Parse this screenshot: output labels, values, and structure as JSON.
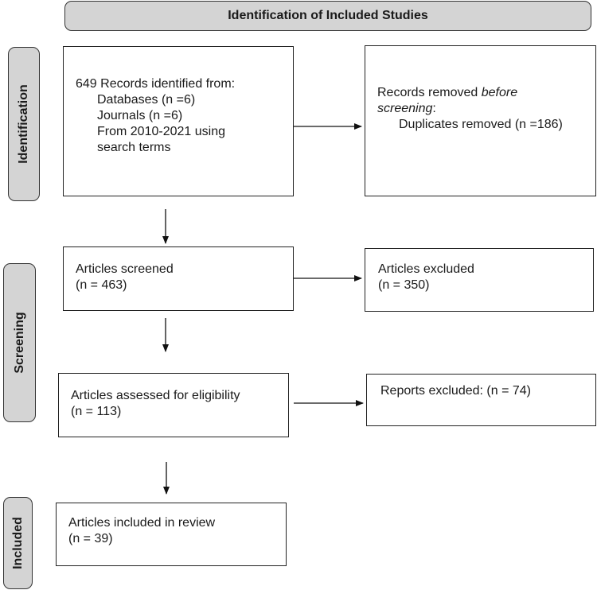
{
  "header": {
    "title": "Identification of Included Studies"
  },
  "phases": {
    "identification": "Identification",
    "screening": "Screening",
    "included": "Included"
  },
  "identified": {
    "line1": "649 Records identified from:",
    "line2": "Databases (n =6)",
    "line3": "Journals (n =6)",
    "line4": "From 2010-2021 using",
    "line5": "search terms"
  },
  "removed": {
    "line1_prefix": "Records removed ",
    "line1_italic": "before",
    "line2_italic": "screening",
    "line2_suffix": ":",
    "line3": "Duplicates removed (n =186)"
  },
  "screened": {
    "line1": "Articles screened",
    "line2": "(n = 463)"
  },
  "excluded": {
    "line1": "Articles excluded",
    "line2": "(n = 350)"
  },
  "assessed": {
    "line1": "Articles assessed for eligibility",
    "line2": "(n = 113)"
  },
  "reports_excluded": {
    "line1": "Reports excluded: (n = 74)"
  },
  "included": {
    "line1": "Articles included in review",
    "line2": "(n = 39)"
  }
}
